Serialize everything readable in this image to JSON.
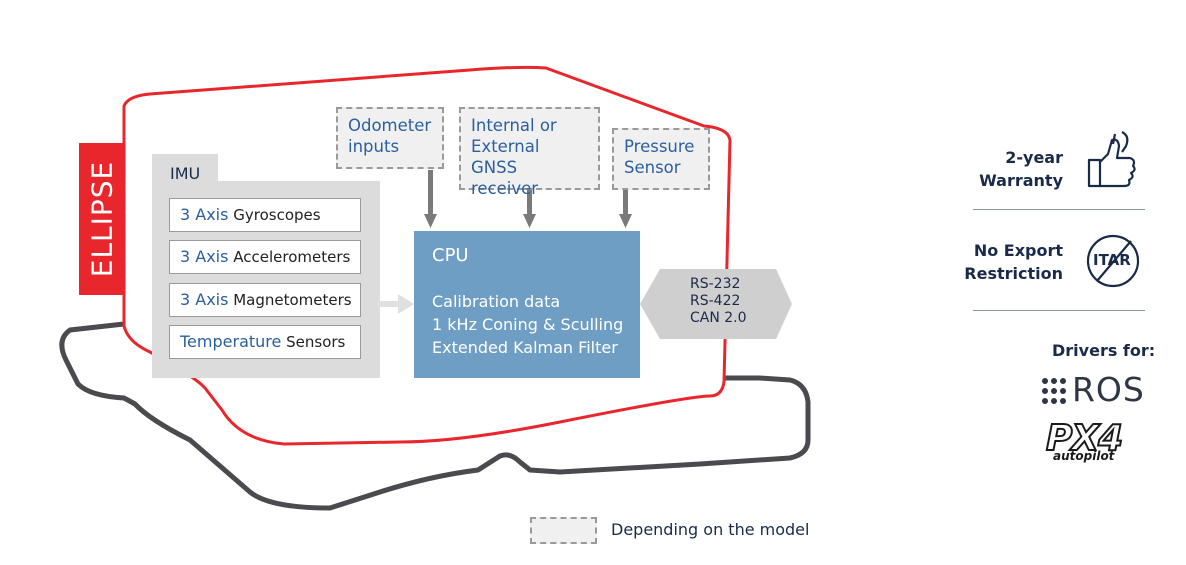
{
  "brand": {
    "product": "ELLIPSE"
  },
  "imu": {
    "label": "IMU",
    "sensors": [
      {
        "accent": "3 Axis",
        "rest": " Gyroscopes"
      },
      {
        "accent": "3 Axis",
        "rest": " Accelerometers"
      },
      {
        "accent": "3 Axis",
        "rest": " Magnetometers"
      },
      {
        "accent": "Temperature",
        "rest": " Sensors"
      }
    ]
  },
  "inputs": {
    "odometer": [
      "Odometer",
      "inputs"
    ],
    "gnss": [
      "Internal or",
      "External",
      "GNSS receiver"
    ],
    "pressure": [
      "Pressure",
      "Sensor"
    ]
  },
  "cpu": {
    "title": "CPU",
    "lines": [
      "Calibration data",
      "1 kHz Coning & Sculling",
      "Extended Kalman Filter"
    ]
  },
  "comm": {
    "lines": [
      "RS-232",
      "RS-422",
      "CAN 2.0"
    ]
  },
  "legend": {
    "text": "Depending on the model"
  },
  "features": {
    "warranty": [
      "2-year",
      "Warranty"
    ],
    "export": [
      "No Export",
      "Restriction"
    ],
    "itar_badge": "ITAR",
    "drivers_label": "Drivers for:",
    "ros": "ROS",
    "px4": "PX4",
    "px4_sub": "autopilot"
  },
  "colors": {
    "red": "#e8262b",
    "outline": "#4a4a4f",
    "cpu": "#6f9ec4",
    "accent_text": "#2b5fa0",
    "imu_bg": "#dcdcdc",
    "arrow": "#7a7a7a"
  },
  "icons": [
    "thumbs-up-wrench-icon",
    "itar-no-icon",
    "ros-dots-icon"
  ]
}
